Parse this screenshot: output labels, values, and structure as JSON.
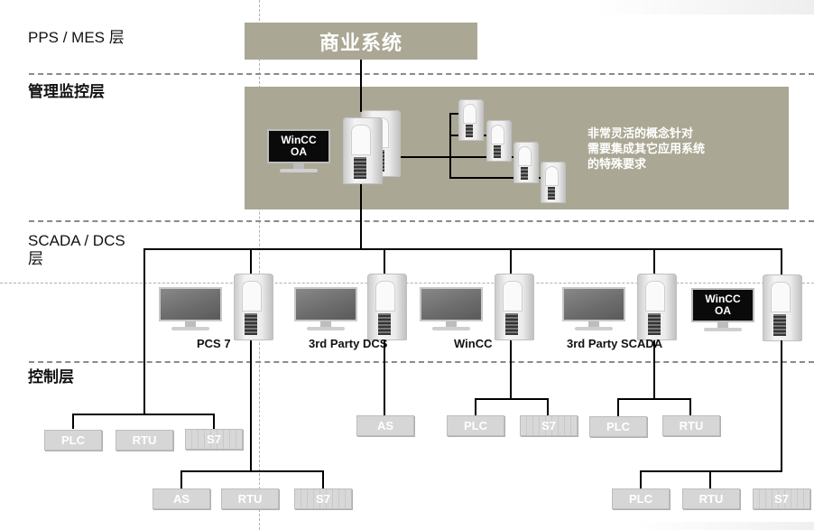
{
  "layers": {
    "pps_mes": "PPS / MES 层",
    "management": "管理监控层",
    "scada_dcs": "SCADA / DCS\n层",
    "control": "控制层"
  },
  "business_system": "商业系统",
  "description_lines": [
    "非常灵活的概念针对",
    "需要集成其它应用系统",
    "的特殊要求"
  ],
  "wincc_oa_line1": "WinCC",
  "wincc_oa_line2": "OA",
  "systems": [
    {
      "label": "PCS 7"
    },
    {
      "label": "3rd Party DCS"
    },
    {
      "label": "WinCC"
    },
    {
      "label": "3rd Party SCADA"
    },
    {
      "label": "WinCC OA"
    }
  ],
  "devices": {
    "g1": [
      "PLC",
      "RTU",
      "S7"
    ],
    "g2": [
      "AS",
      "RTU",
      "S7"
    ],
    "g3": [
      "AS"
    ],
    "g4": [
      "PLC",
      "S7"
    ],
    "g5": [
      "PLC",
      "RTU"
    ],
    "g6": [
      "PLC",
      "RTU",
      "S7"
    ]
  },
  "colors": {
    "panel": "#aaa894",
    "device": "#d6d6d6",
    "line": "#000000"
  }
}
